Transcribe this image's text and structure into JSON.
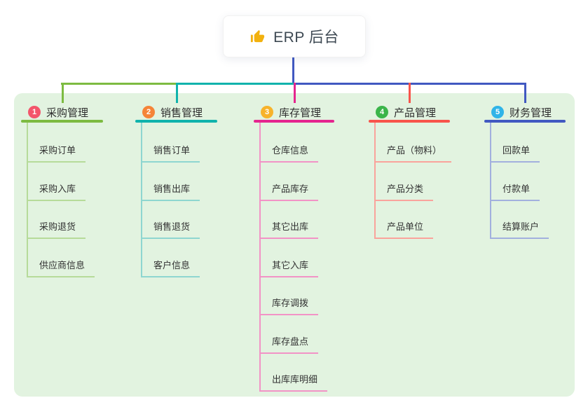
{
  "root": {
    "label": "ERP 后台",
    "icon": "thumbs-up-icon",
    "icon_color": "#f2b10e"
  },
  "panel": {
    "bg": "#e2f3e0"
  },
  "connector": {
    "root_line_color": "#4159c1"
  },
  "branches": [
    {
      "number": "1",
      "title": "采购管理",
      "badge_color": "#f3566b",
      "line_color": "#7dbb41",
      "child_line_color": "#b6db9a",
      "children": [
        "采购订单",
        "采购入库",
        "采购退货",
        "供应商信息"
      ]
    },
    {
      "number": "2",
      "title": "销售管理",
      "badge_color": "#f58438",
      "line_color": "#10b3ac",
      "child_line_color": "#8ed6d0",
      "children": [
        "销售订单",
        "销售出库",
        "销售退货",
        "客户信息"
      ]
    },
    {
      "number": "3",
      "title": "库存管理",
      "badge_color": "#f7b32b",
      "line_color": "#e5258f",
      "child_line_color": "#f293c6",
      "children": [
        "仓库信息",
        "产品库存",
        "其它出库",
        "其它入库",
        "库存调拨",
        "库存盘点",
        "出库库明细"
      ]
    },
    {
      "number": "4",
      "title": "产品管理",
      "badge_color": "#3bb54a",
      "line_color": "#f8544b",
      "child_line_color": "#faa39c",
      "children": [
        "产品（物料）",
        "产品分类",
        "产品单位"
      ]
    },
    {
      "number": "5",
      "title": "财务管理",
      "badge_color": "#30b4e8",
      "line_color": "#4159c1",
      "child_line_color": "#a2b0de",
      "children": [
        "回款单",
        "付款单",
        "结算账户"
      ]
    }
  ]
}
